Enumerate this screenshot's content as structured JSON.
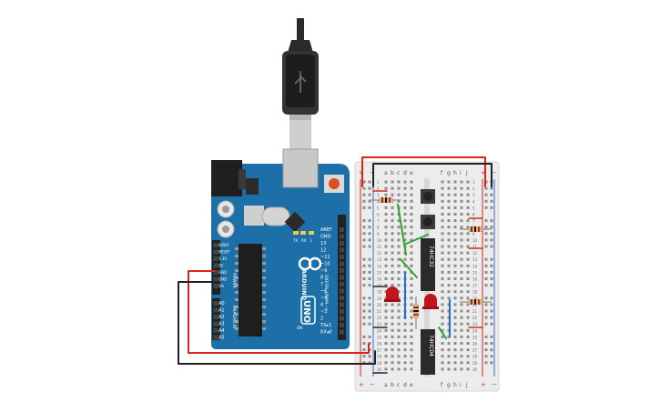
{
  "arduino": {
    "brand": "ARDUINO",
    "model": "UNO",
    "header_digital": "DIGITAL (PWM ~)",
    "header_power": "POWER",
    "header_analog": "ANALOG IN",
    "tx_label": "TX",
    "rx_label": "RX",
    "l_label": "L",
    "on_label": "ON",
    "right_pins": [
      "AREF",
      "GND",
      "13",
      "12",
      "~11",
      "~10",
      "~9",
      "8",
      "7",
      "~6",
      "~5",
      "4",
      "~3",
      "2",
      "TX▸1",
      "RX◂0"
    ],
    "power_pins": [
      "IOREF",
      "RESET",
      "3.3V",
      "5V",
      "GND",
      "GND",
      "Vin"
    ],
    "analog_pins": [
      "A0",
      "A1",
      "A2",
      "A3",
      "A4",
      "A5"
    ]
  },
  "breadboard": {
    "col_letters_left": [
      "a",
      "b",
      "c",
      "d",
      "e"
    ],
    "col_letters_right": [
      "f",
      "g",
      "h",
      "i",
      "j"
    ],
    "plus_label": "+",
    "minus_label": "−",
    "row_numbers": [
      "1",
      "2",
      "3",
      "4",
      "5",
      "6",
      "7",
      "8",
      "9",
      "10",
      "11",
      "12",
      "13",
      "14",
      "15",
      "16",
      "17",
      "18",
      "19",
      "20",
      "21",
      "22",
      "23",
      "24",
      "25",
      "26",
      "27",
      "28",
      "29",
      "30"
    ]
  },
  "chips": {
    "upper_label": "74HC32",
    "lower_label": "74HC04"
  },
  "colors": {
    "board_blue": "#1d6fa8",
    "breadboard": "#ececec",
    "wire_red": "#d9261c",
    "wire_black": "#222222",
    "wire_green": "#2fa02f",
    "wire_blue": "#1f6fd0",
    "led_red": "#c0161b"
  },
  "icons": [
    "usb-cable-icon",
    "button-icon",
    "led-icon",
    "resistor-icon",
    "chip-icon"
  ]
}
